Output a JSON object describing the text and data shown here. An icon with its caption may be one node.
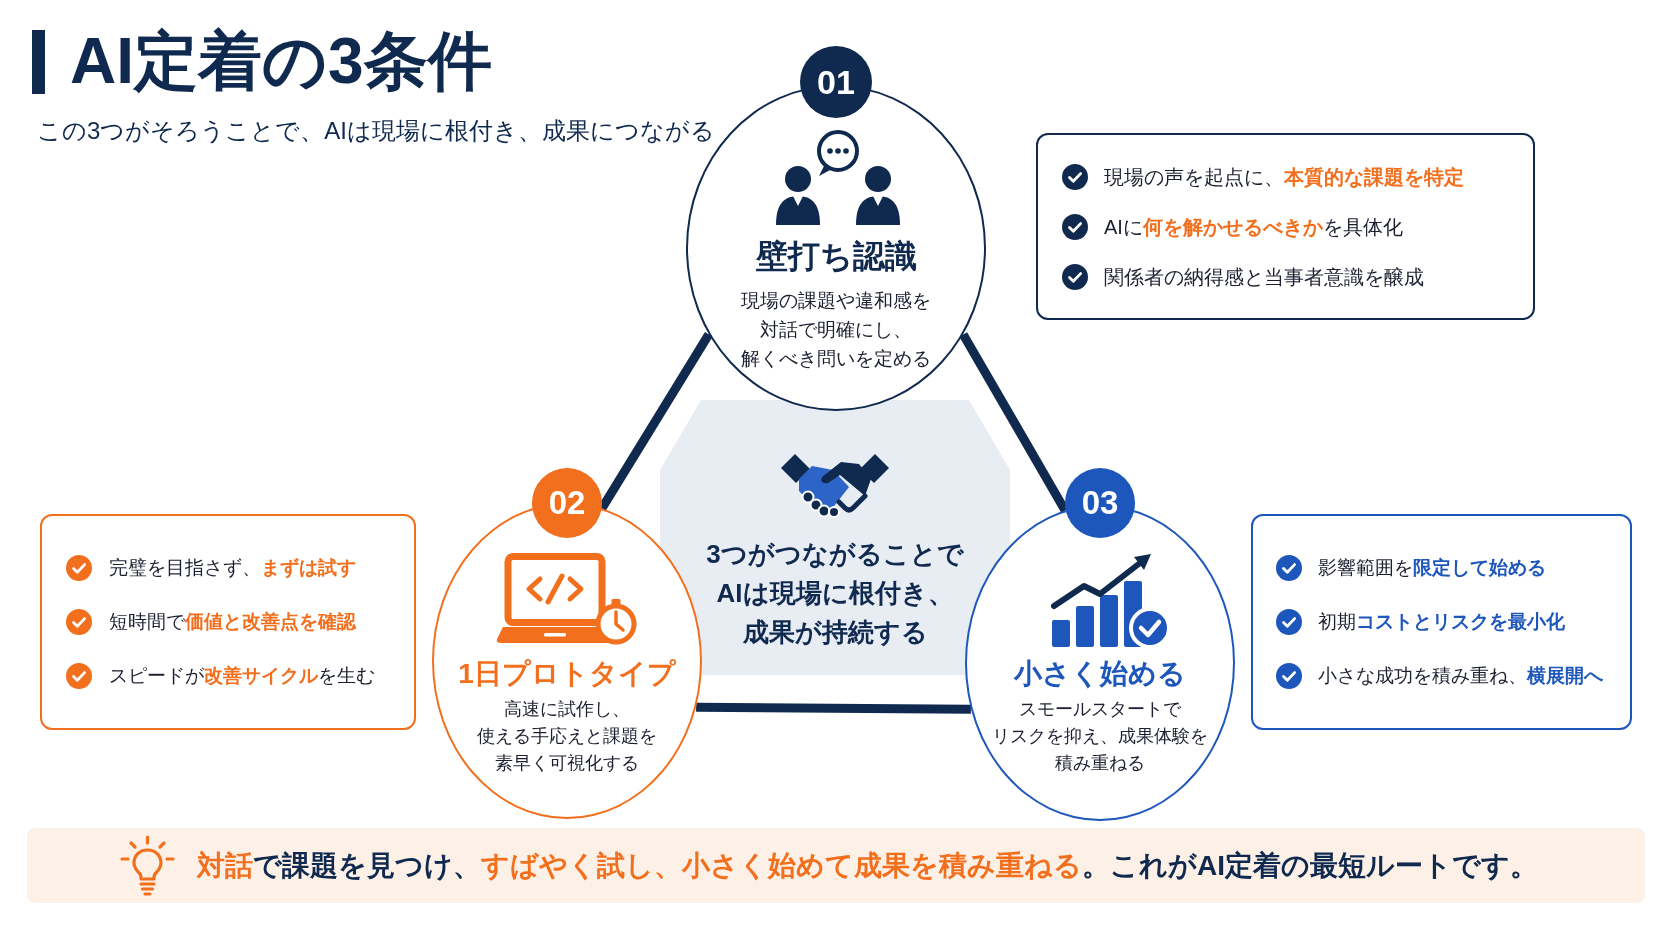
{
  "diagram": {
    "title": "AI定着の3条件",
    "nodes": [
      {
        "text": [
          "01",
          "壁打ち認識",
          "現場の課題や違和感を対話で明確にし、解くべき問いを定める"
        ]
      },
      {
        "text": [
          "現場の声を起点に、**本質的な課題を特定**",
          "AIに**何を解かせるべきか**を具体化",
          "関係者の納得感と当事者意識を醸成"
        ]
      },
      {
        "text": [
          "完璧を目指さず、**まずは試す**",
          "短時間で**価値と改善点を確認**",
          "スピードが**改善サイクル**を生む"
        ]
      },
      {
        "text": [
          "02",
          "1日プロトタイプ",
          "高速に試作し、使える手応えと課題を素早く可視化する"
        ]
      },
      {
        "text": [
          "3つがつながることでAIは現場に根付き、成果が持続する"
        ]
      },
      {
        "text": [
          "03",
          "小さく始める",
          "スモールスタートでリスクを抑え、成果体験を積み重ねる"
        ]
      },
      {
        "text": [
          "影響範囲を**限定して始める**",
          "初期**コストとリスクを最小化**",
          "小さな成功を積み重ね、**横展開へ**"
        ]
      },
      {
        "text": [
          "**対話**で課題を見つけ、**すばやく試し、小さく始めて成果を積み重ねる**。これがAI定着の最短ルートです。"
        ]
      }
    ],
    "edges": [
      {
        "from": 0,
        "to": 3,
        "arrow": "none"
      },
      {
        "from": 0,
        "to": 5,
        "arrow": "none"
      },
      {
        "from": 3,
        "to": 5,
        "arrow": "none"
      }
    ],
    "labels": [
      "この3つがそろうことで、AIは現場に根付き、成果につながる"
    ]
  }
}
